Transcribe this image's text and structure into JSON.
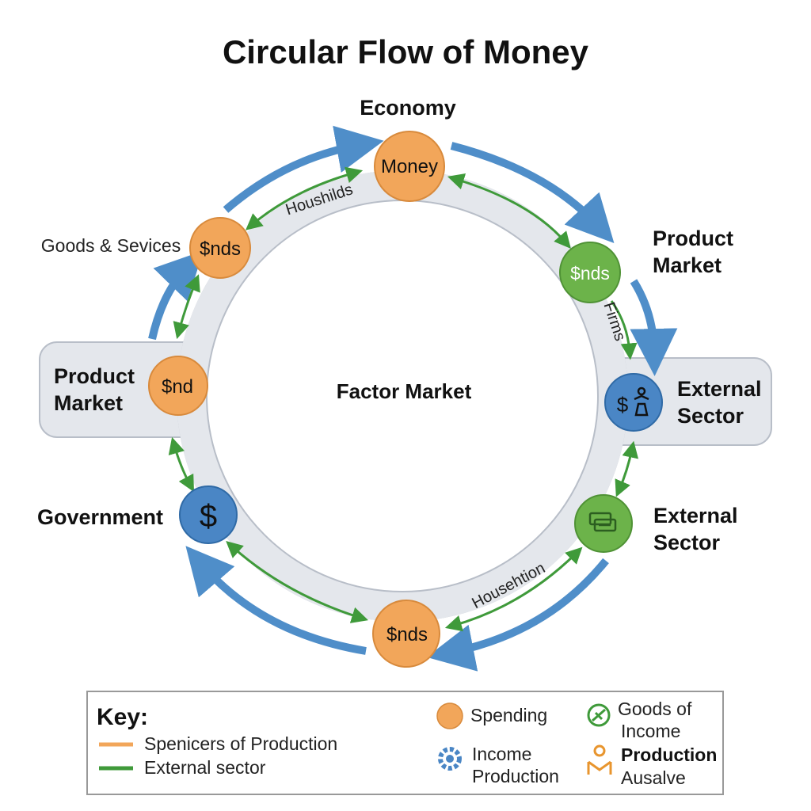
{
  "title": "Circular Flow of Money",
  "center_label": "Factor Market",
  "labels": {
    "economy": "Economy",
    "goods_services": "Goods & Sevices",
    "product_market_right_1": "Product",
    "product_market_right_2": "Market",
    "product_market_left_1": "Product",
    "product_market_left_2": "Market",
    "external_sector_box_1": "External",
    "external_sector_box_2": "Sector",
    "external_sector_lower_1": "External",
    "external_sector_lower_2": "Sector",
    "government": "Government"
  },
  "arc_labels": {
    "top_left": "Houshilds",
    "right": "Firms",
    "bottom_right": "Househtion"
  },
  "nodes": {
    "money": "Money",
    "top_left": "$nds",
    "right_green": "$nds",
    "left_orange": "$nd",
    "bottom": "$nds",
    "government_symbol": "$",
    "external_symbol": "$"
  },
  "key": {
    "title": "Key:",
    "line1": "Spenicers of Production",
    "line2": "External sector",
    "spending": "Spending",
    "goods_of_1": "Goods of",
    "goods_of_2": "Income",
    "income_1": "Income",
    "income_2": "Production",
    "production_1": "Production",
    "production_2": "Ausalve"
  },
  "colors": {
    "orange": "#f2a65a",
    "green": "#6cb34a",
    "blue": "#4a86c5",
    "ring": "#e4e7ec",
    "arrow_blue": "#4f8ec9",
    "arrow_green": "#3f9a3a"
  }
}
